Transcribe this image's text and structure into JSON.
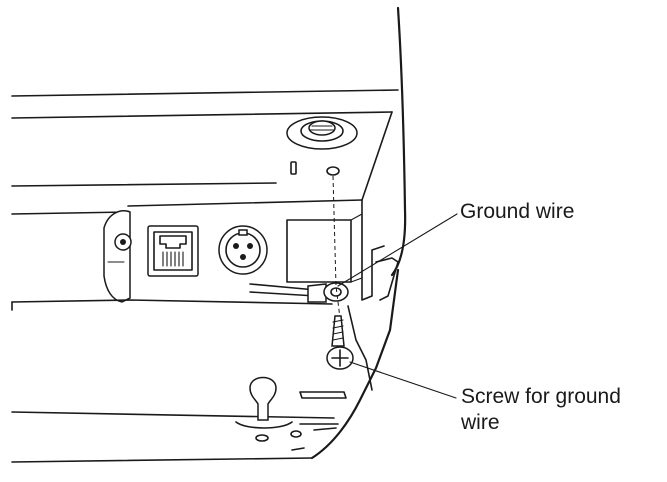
{
  "labels": {
    "ground_wire": "Ground wire",
    "screw_line1": "Screw for ground",
    "screw_line2": "wire"
  },
  "icons": {
    "rj_jack": "modular-jack-icon",
    "power_connector": "power-connector-icon",
    "ground_screw": "screw-icon"
  }
}
